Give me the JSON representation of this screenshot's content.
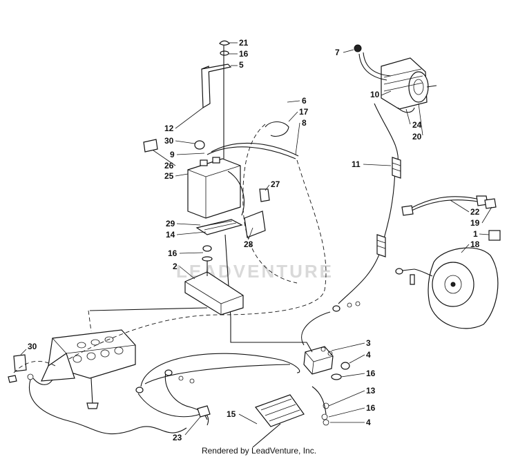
{
  "watermark": "LEADVENTURE",
  "credit": "Rendered by LeadVenture, Inc.",
  "callouts": [
    "21",
    "16",
    "5",
    "7",
    "6",
    "17",
    "8",
    "12",
    "30",
    "9",
    "26",
    "25",
    "27",
    "10",
    "24",
    "20",
    "11",
    "22",
    "19",
    "1",
    "18",
    "29",
    "14",
    "28",
    "16",
    "2",
    "3",
    "4",
    "30",
    "16",
    "13",
    "15",
    "16",
    "4",
    "23"
  ]
}
